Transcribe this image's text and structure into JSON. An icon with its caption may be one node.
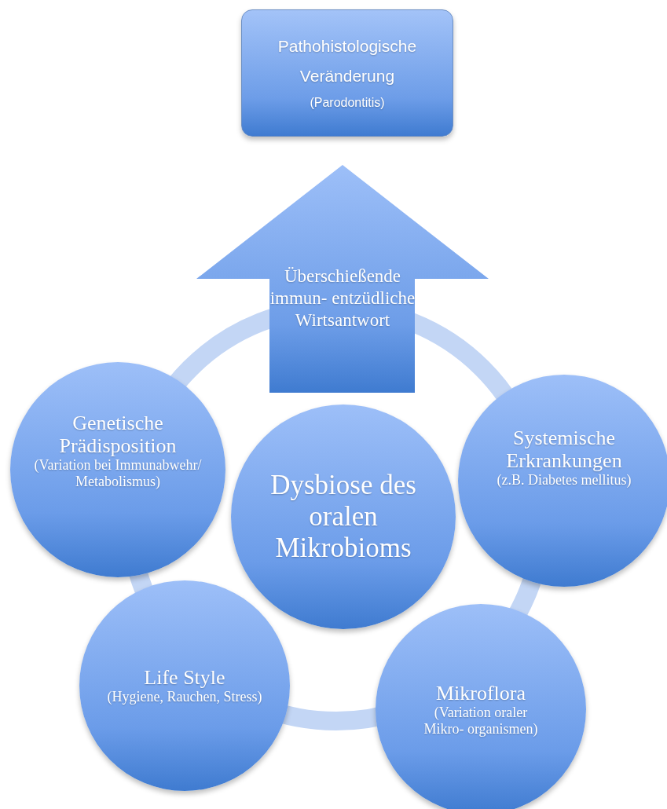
{
  "diagram": {
    "nodes": [
      {
        "text": [
          "Pathohistologische Veränderung",
          "(Parodontitis)"
        ]
      },
      {
        "text": [
          "Überschießende immun- entzüdliche Wirtsantwort"
        ]
      },
      {
        "text": [
          "Genetische Prädisposition",
          "(Variation bei Immunabwehr/ Metabolismus)"
        ]
      },
      {
        "text": [
          "Systemische Erkrankungen",
          "(z.B. Diabetes mellitus)"
        ]
      },
      {
        "text": [
          "Dysbiose des oralen Mikrobioms"
        ]
      },
      {
        "text": [
          "Life Style",
          "(Hygiene, Rauchen, Stress)"
        ]
      },
      {
        "text": [
          "Mikroflora",
          "(Variation oraler Mikro- organismen)"
        ]
      }
    ]
  }
}
